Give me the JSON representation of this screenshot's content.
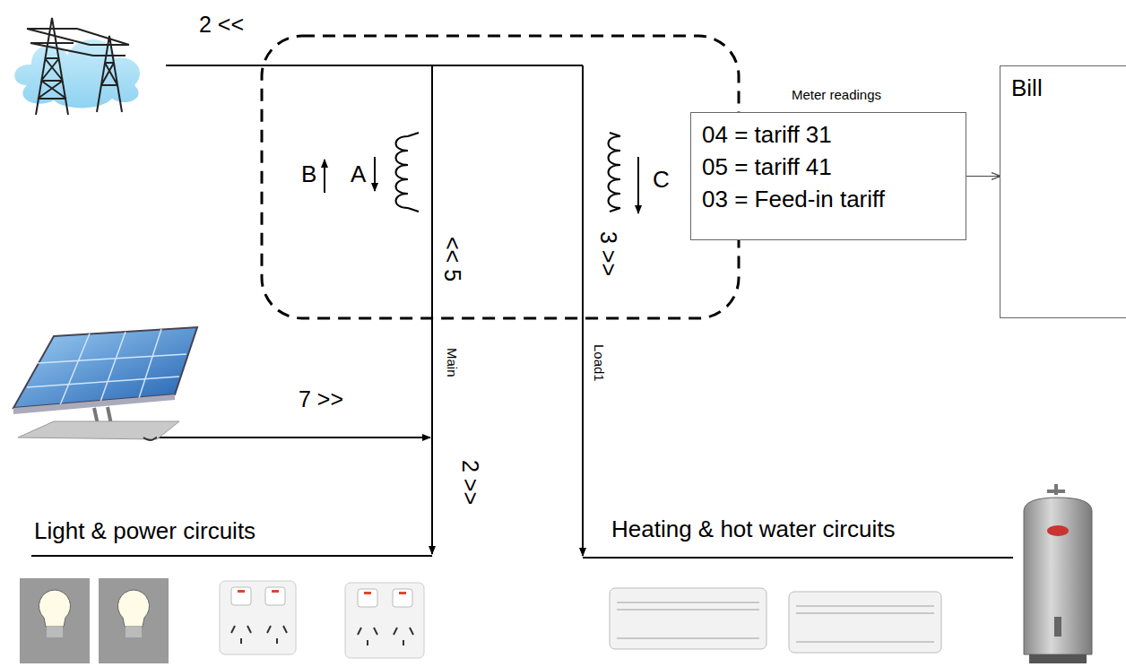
{
  "diagram": {
    "nodes": [
      {
        "text": [
          "Meter readings",
          "04 = tariff 31",
          "05 = tariff 41",
          "03 = Feed-in tariff"
        ]
      },
      {
        "text": [
          "Bill"
        ]
      }
    ],
    "edges": [
      {
        "from": 0,
        "to": 1,
        "arrow": "to"
      }
    ],
    "labels": [
      "2 <<",
      "B",
      "A",
      "C",
      "<< 5",
      "3 >>",
      "Main",
      "Load1",
      "7 >>",
      "2 >>",
      "Light & power circuits",
      "Heating & hot water circuits"
    ]
  }
}
